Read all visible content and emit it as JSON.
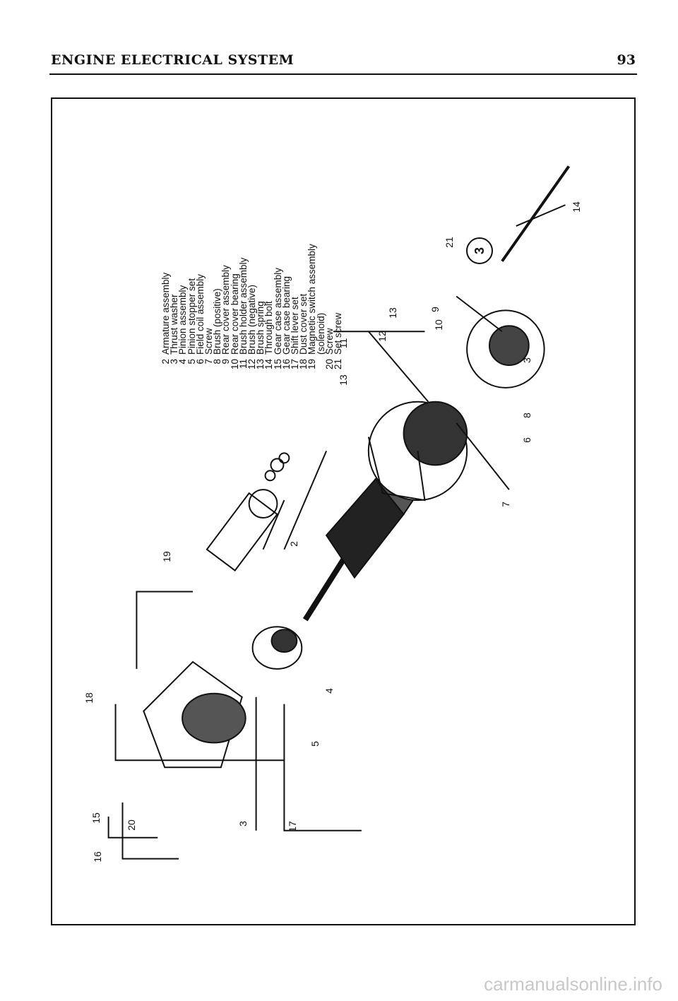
{
  "header": {
    "title": "ENGINE ELECTRICAL SYSTEM",
    "page_number": "93"
  },
  "figure": {
    "number": "3"
  },
  "legend": [
    {
      "num": "2",
      "label": "Armature assembly"
    },
    {
      "num": "3",
      "label": "Thrust washer"
    },
    {
      "num": "4",
      "label": "Pinion assembly"
    },
    {
      "num": "5",
      "label": "Pinion stopper set"
    },
    {
      "num": "6",
      "label": "Field coil assembly"
    },
    {
      "num": "7",
      "label": "Screw"
    },
    {
      "num": "8",
      "label": "Brush (positive)"
    },
    {
      "num": "9",
      "label": "Rear cover assembly"
    },
    {
      "num": "10",
      "label": "Rear cover bearing"
    },
    {
      "num": "11",
      "label": "Brush holder assembly"
    },
    {
      "num": "12",
      "label": "Brush (negative)"
    },
    {
      "num": "13",
      "label": "Brush spring"
    },
    {
      "num": "14",
      "label": "Through bolt"
    },
    {
      "num": "15",
      "label": "Gear case assembly"
    },
    {
      "num": "16",
      "label": "Gear case bearing"
    },
    {
      "num": "17",
      "label": "Shift lever set"
    },
    {
      "num": "18",
      "label": "Dust cover set"
    },
    {
      "num": "19",
      "label": "Magnetic switch assembly"
    },
    {
      "num": "",
      "label": "(solenoid)"
    },
    {
      "num": "20",
      "label": "Screw"
    },
    {
      "num": "21",
      "label": "Set screw"
    }
  ],
  "callouts": {
    "c15": "15",
    "c16": "16",
    "c20": "20",
    "c3a": "3",
    "c17": "17",
    "c18": "18",
    "c5": "5",
    "c4": "4",
    "c19": "19",
    "c2": "2",
    "c7": "7",
    "c6": "6",
    "c8": "8",
    "c11": "11",
    "c13a": "13",
    "c12": "12",
    "c13b": "13",
    "c9": "9",
    "c10": "10",
    "c3b": "3",
    "c21": "21",
    "c14": "14"
  },
  "watermark": "carmanualsonline.info"
}
